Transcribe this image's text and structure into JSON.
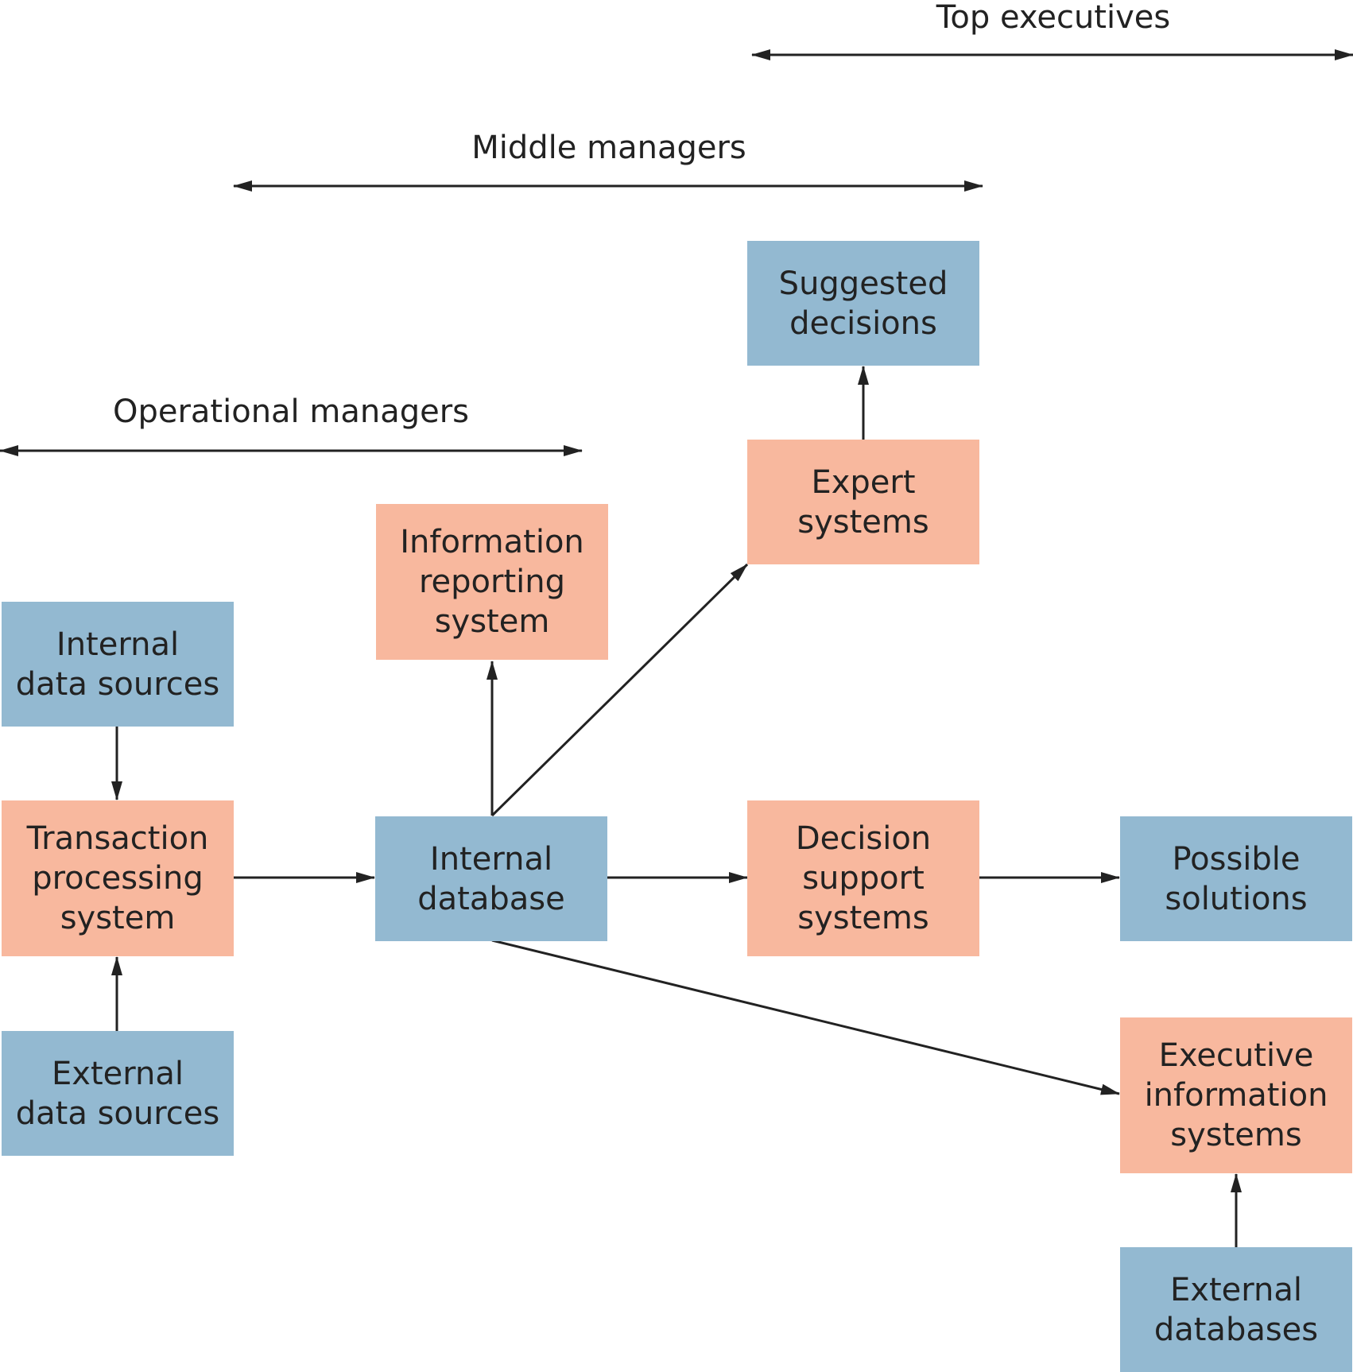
{
  "colors": {
    "data_box": "#93b9d1",
    "system_box": "#f8b89e",
    "line": "#222222",
    "background": "#ffffff"
  },
  "levels": {
    "top_executives": "Top executives",
    "middle_managers": "Middle managers",
    "operational_managers": "Operational managers"
  },
  "nodes": {
    "suggested_decisions": {
      "kind": "data",
      "lines": [
        "Suggested",
        "decisions"
      ]
    },
    "expert_systems": {
      "kind": "system",
      "lines": [
        "Expert",
        "systems"
      ]
    },
    "information_reporting_system": {
      "kind": "system",
      "lines": [
        "Information",
        "reporting",
        "system"
      ]
    },
    "internal_data_sources": {
      "kind": "data",
      "lines": [
        "Internal",
        "data sources"
      ]
    },
    "transaction_processing_system": {
      "kind": "system",
      "lines": [
        "Transaction",
        "processing",
        "system"
      ]
    },
    "internal_database": {
      "kind": "data",
      "lines": [
        "Internal",
        "database"
      ]
    },
    "decision_support_systems": {
      "kind": "system",
      "lines": [
        "Decision",
        "support",
        "systems"
      ]
    },
    "possible_solutions": {
      "kind": "data",
      "lines": [
        "Possible",
        "solutions"
      ]
    },
    "external_data_sources": {
      "kind": "data",
      "lines": [
        "External",
        "data sources"
      ]
    },
    "executive_information_systems": {
      "kind": "system",
      "lines": [
        "Executive",
        "information",
        "systems"
      ]
    },
    "external_databases": {
      "kind": "data",
      "lines": [
        "External",
        "databases"
      ]
    }
  },
  "edges": [
    {
      "from": "internal_data_sources",
      "to": "transaction_processing_system"
    },
    {
      "from": "external_data_sources",
      "to": "transaction_processing_system"
    },
    {
      "from": "transaction_processing_system",
      "to": "internal_database"
    },
    {
      "from": "internal_database",
      "to": "information_reporting_system"
    },
    {
      "from": "internal_database",
      "to": "expert_systems"
    },
    {
      "from": "expert_systems",
      "to": "suggested_decisions"
    },
    {
      "from": "internal_database",
      "to": "decision_support_systems"
    },
    {
      "from": "decision_support_systems",
      "to": "possible_solutions"
    },
    {
      "from": "internal_database",
      "to": "executive_information_systems"
    },
    {
      "from": "external_databases",
      "to": "executive_information_systems"
    }
  ]
}
